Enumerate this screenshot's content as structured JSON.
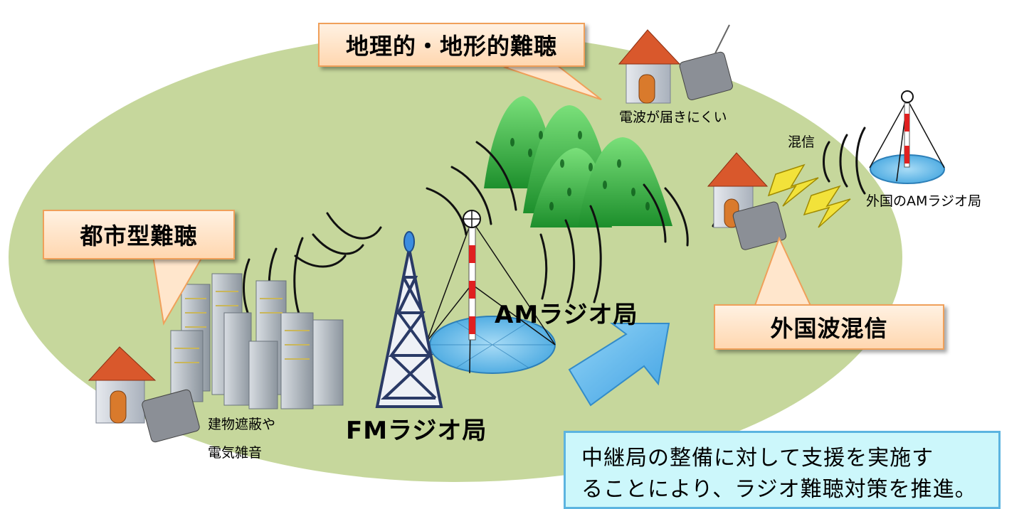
{
  "callouts": {
    "geographic": "地理的・地形的難聴",
    "urban": "都市型難聴",
    "foreign": "外国波混信"
  },
  "labels": {
    "weak_signal": "電波が届きにくい",
    "interference": "混信",
    "foreign_am_station": "外国のAMラジオ局",
    "am_station": "AMラジオ局",
    "fm_station": "FMラジオ局",
    "building_line1": "建物遮蔽や",
    "building_line2": "電気雑音"
  },
  "note": {
    "line1": "中継局の整備に対して支援を実施す",
    "line2": "ることにより、ラジオ難聴対策を推進。"
  }
}
